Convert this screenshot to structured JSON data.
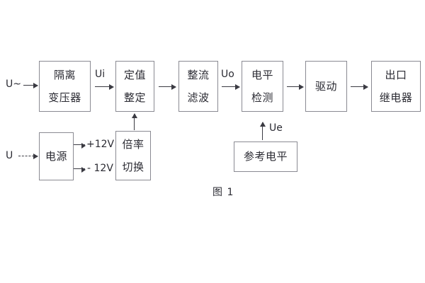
{
  "diagram": {
    "caption": "图 1",
    "inputs": {
      "ac_source_label": "U~",
      "dc_source_label": "U"
    },
    "signal_labels": {
      "ui": "Ui",
      "uo": "Uo",
      "ue": "Ue",
      "pos12v": "+12V",
      "neg12v": "- 12V"
    },
    "blocks": [
      {
        "id": "isolation-transformer",
        "line1": "隔离",
        "line2": "变压器"
      },
      {
        "id": "setting-value",
        "line1": "定值",
        "line2": "整定"
      },
      {
        "id": "rectify-filter",
        "line1": "整流",
        "line2": "滤波"
      },
      {
        "id": "level-detection",
        "line1": "电平",
        "line2": "检测"
      },
      {
        "id": "drive",
        "line1": "驱动",
        "line2": ""
      },
      {
        "id": "output-relay",
        "line1": "出口",
        "line2": "继电器"
      },
      {
        "id": "power-supply",
        "line1": "电源",
        "line2": ""
      },
      {
        "id": "multiplier-switch",
        "line1": "倍率",
        "line2": "切换"
      },
      {
        "id": "reference-level",
        "line1": "参考电平",
        "line2": ""
      }
    ]
  }
}
